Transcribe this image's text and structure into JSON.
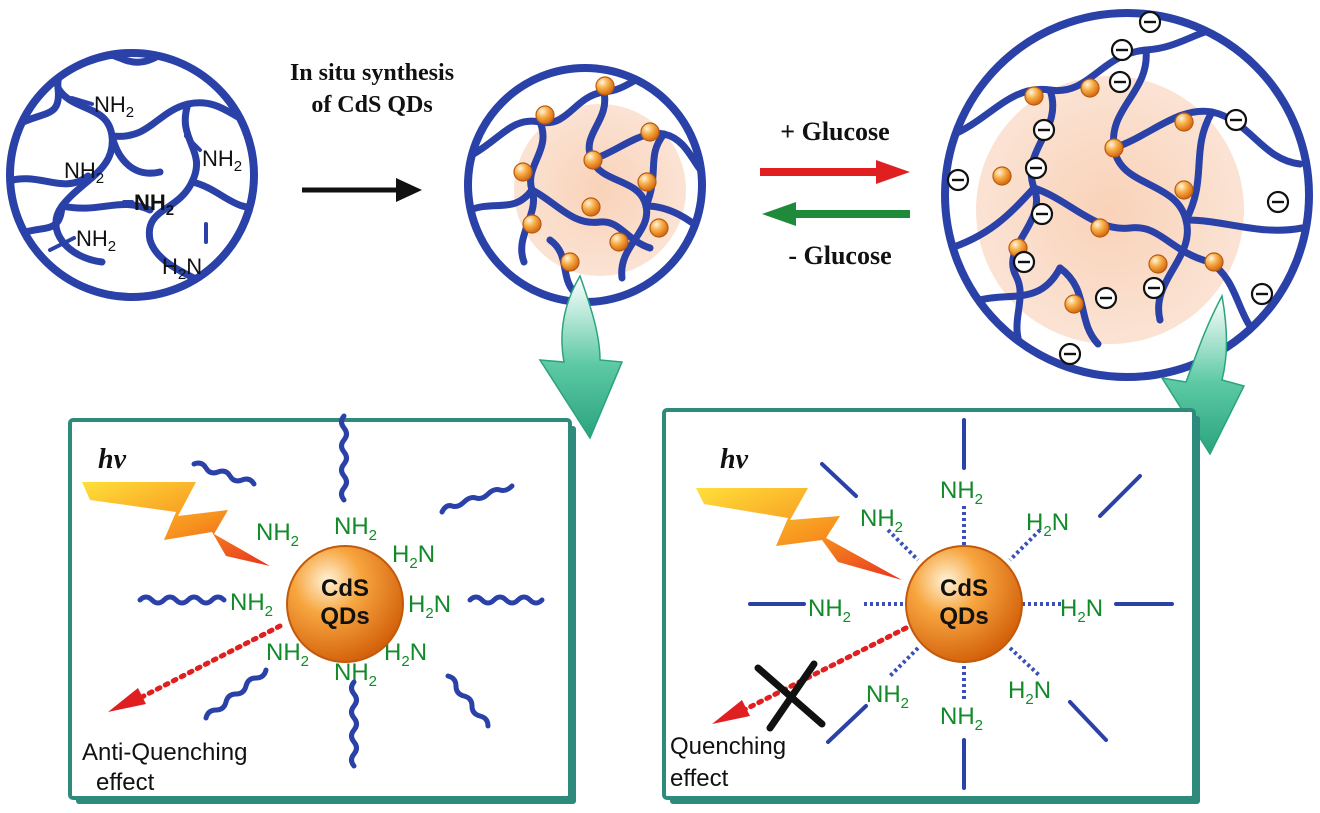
{
  "synthesis_label": [
    "In situ synthesis",
    "of CdS QDs"
  ],
  "plus_glucose": "+ Glucose",
  "minus_glucose": "- Glucose",
  "amine_group": "NH",
  "amine_group_reversed": "H",
  "amine_group_reversed_tail": "N",
  "subscript_two": "2",
  "qd_label": [
    "CdS",
    "QDs"
  ],
  "light_symbol": "hv",
  "left_panel_caption": [
    "Anti-Quenching",
    "effect"
  ],
  "right_panel_caption": [
    "Quenching",
    "effect"
  ],
  "colors": {
    "network": "#2a41a8",
    "qd_orange": "#f08a1e",
    "amine_green": "#138a2a",
    "arrow_red": "#e02020",
    "arrow_green": "#1f8a3a",
    "panel_frame": "#2e8a7a",
    "swelling_core": "#f9d8c4"
  }
}
